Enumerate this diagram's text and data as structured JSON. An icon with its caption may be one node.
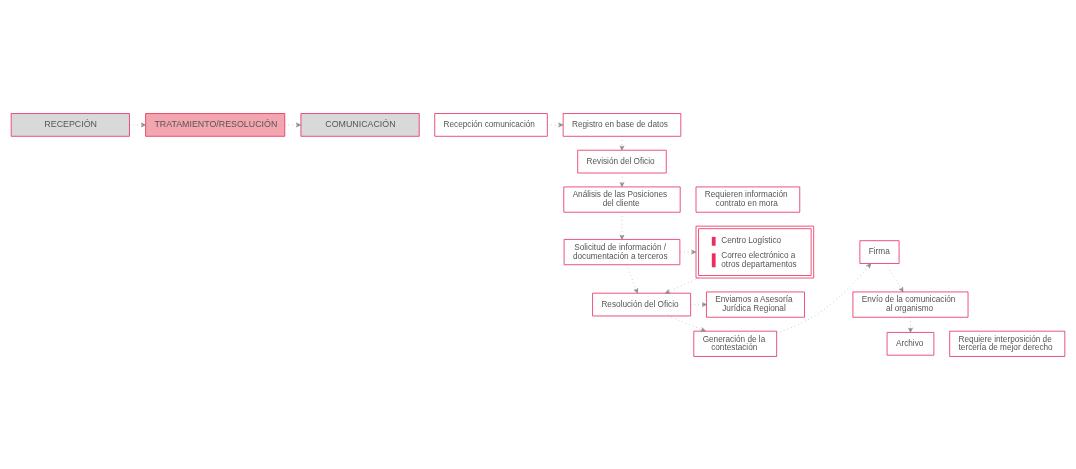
{
  "diagram": {
    "nodes": [
      {
        "text": [
          "RECEPCIÓN"
        ]
      },
      {
        "text": [
          "TRATAMIENTO/RESOLUCIÓN"
        ]
      },
      {
        "text": [
          "COMUNICACIÓN"
        ]
      },
      {
        "text": [
          "Recepción comunicación"
        ]
      },
      {
        "text": [
          "Registro en base de datos"
        ]
      },
      {
        "text": [
          "Revisión del Oficio"
        ]
      },
      {
        "text": [
          "Centro Logístico",
          "Correo electrónico a otros departamentos"
        ]
      },
      {
        "text": [
          "Análisis de las Posiciones del cliente"
        ]
      },
      {
        "text": [
          "Solicitud de información / documentación a terceros"
        ]
      },
      {
        "text": [
          "Requieren información contrato en mora"
        ]
      },
      {
        "text": [
          "Enviamos a Asesoría Jurídica Regional"
        ]
      },
      {
        "text": [
          "Resolución del Oficio"
        ]
      },
      {
        "text": [
          "Requiere interposición de tercería de mejor derecho"
        ]
      },
      {
        "text": [
          "Generación de la contestación"
        ]
      },
      {
        "text": [
          "Firma"
        ]
      },
      {
        "text": [
          "Envío de la comunicación al organismo"
        ]
      },
      {
        "text": [
          "Archivo"
        ]
      }
    ],
    "edges": [
      {
        "from": 0,
        "to": 1,
        "arrow": "to"
      },
      {
        "from": 1,
        "to": 2,
        "arrow": "to"
      },
      {
        "from": 3,
        "to": 4,
        "arrow": "to"
      },
      {
        "from": 4,
        "to": 5,
        "arrow": "to"
      },
      {
        "from": 5,
        "to": 7,
        "arrow": "to"
      },
      {
        "from": 7,
        "to": 8,
        "arrow": "to"
      },
      {
        "from": 8,
        "to": 6,
        "arrow": "to"
      },
      {
        "from": 6,
        "to": 11,
        "arrow": "to"
      },
      {
        "from": 8,
        "to": 11,
        "arrow": "to"
      },
      {
        "from": 11,
        "to": 10,
        "arrow": "to"
      },
      {
        "from": 11,
        "to": 13,
        "arrow": "to"
      },
      {
        "from": 13,
        "to": 14,
        "arrow": "to"
      },
      {
        "from": 14,
        "to": 15,
        "arrow": "to"
      },
      {
        "from": 15,
        "to": 16,
        "arrow": "to"
      }
    ]
  }
}
